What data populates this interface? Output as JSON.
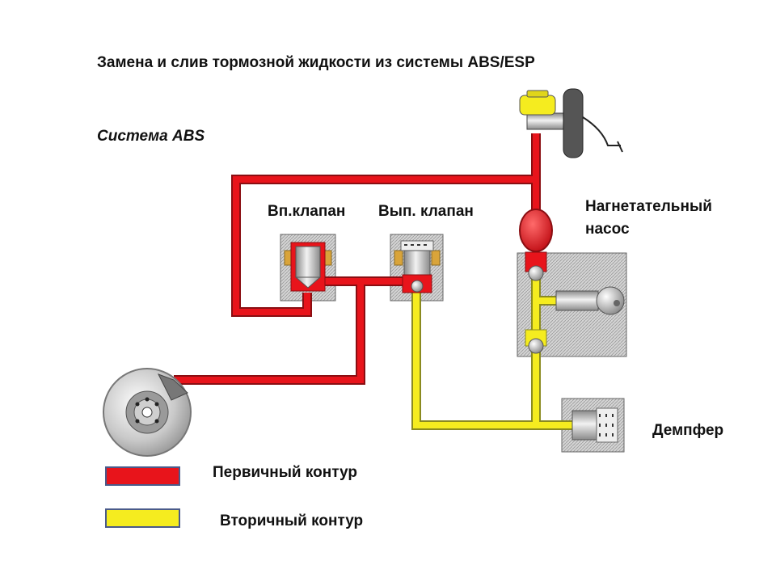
{
  "title": "Замена и слив тормозной жидкости из системы ABS/ESP",
  "subtitle": "Система ABS",
  "labels": {
    "inlet_valve": "Вп.клапан",
    "outlet_valve": "Вып. клапан",
    "pump_line1": "Нагнетательный",
    "pump_line2": "насос",
    "damper": "Демпфер"
  },
  "legend": [
    {
      "label": "Первичный контур",
      "color": "#e8141b"
    },
    {
      "label": "Вторичный контур",
      "color": "#f5ec1f"
    }
  ],
  "colors": {
    "primary_circuit": "#e8141b",
    "secondary_circuit": "#f5ec1f",
    "line_border": "#7a1010",
    "housing": "#c8c8c8"
  }
}
